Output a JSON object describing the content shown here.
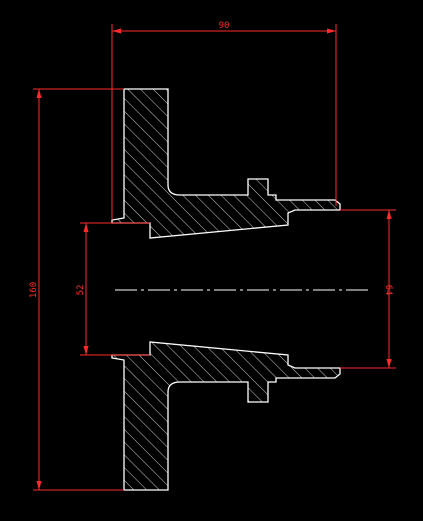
{
  "colors": {
    "background": "#000000",
    "outline": "#ffffff",
    "hatch": "#ffffff",
    "dimension": "#ff2a2a",
    "centerline": "#ffffff"
  },
  "dimensions": {
    "top_width": "90",
    "overall_height": "160",
    "inner_diameter": "52",
    "outer_diameter": "64"
  }
}
